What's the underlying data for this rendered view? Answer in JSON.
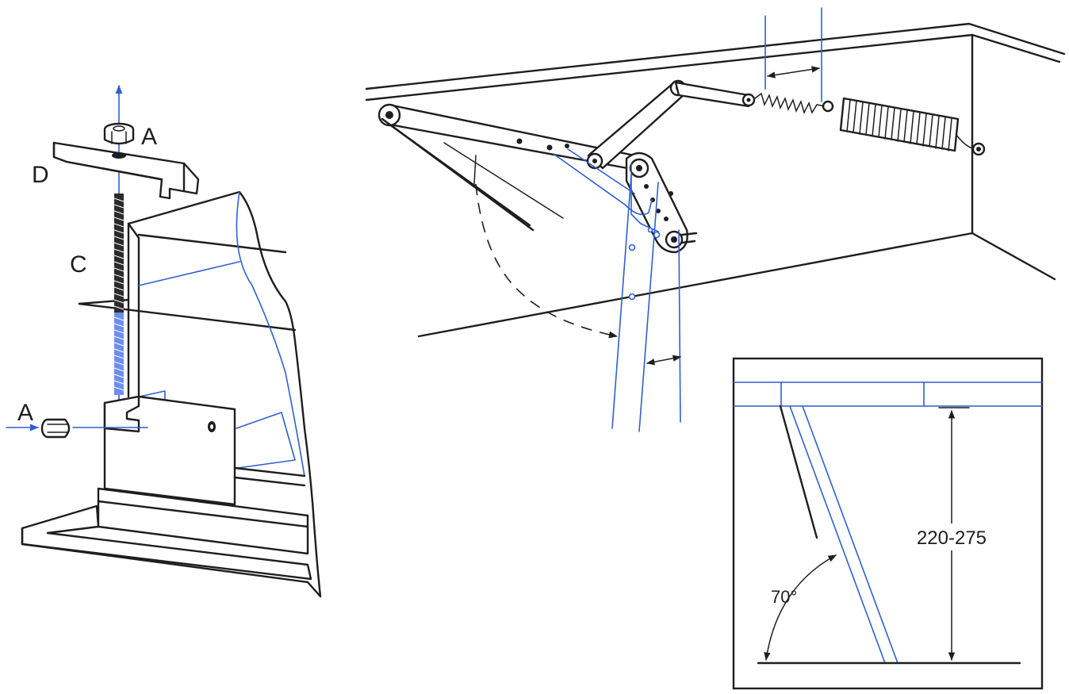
{
  "left_figure": {
    "label_nut_top": "A",
    "label_channel": "D",
    "label_rod": "C",
    "label_nut_side": "A"
  },
  "inset": {
    "angle_label": "70°",
    "height_label": "220-275"
  },
  "colors": {
    "line": "#1e1e1e",
    "accent": "#2f5fd0"
  }
}
